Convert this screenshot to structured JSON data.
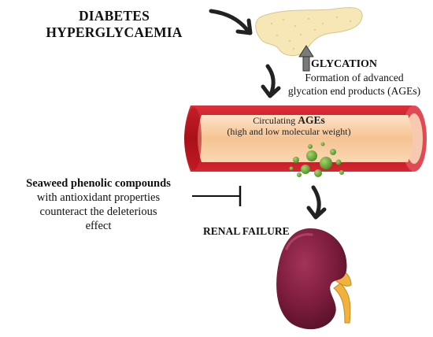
{
  "title": {
    "line1": "DIABETES",
    "line2": "HYPERGLYCAEMIA"
  },
  "glycation": {
    "title": "GLYCATION",
    "line1": "Formation of advanced",
    "line2": "glycation end products (AGEs)"
  },
  "circulating": {
    "prefix": "Circulating",
    "ages": "AGEs",
    "detail": "(high and low molecular weight)"
  },
  "seaweed": {
    "bold": "Seaweed phenolic compounds",
    "line2": "with antioxidant properties",
    "line3": "counteract the deleterious",
    "line4": "effect"
  },
  "renal": {
    "label": "RENAL FAILURE"
  },
  "colors": {
    "vessel_outer": "#b3121b",
    "vessel_inner": "#f7c9a0",
    "ages_particles": "#6aab3c",
    "pancreas": "#f7e7b6",
    "kidney": "#7a1b3a",
    "ureter": "#f1b13d"
  },
  "icons": [
    "pancreas-icon",
    "blood-vessel-icon",
    "kidney-icon",
    "curved-arrow-icon",
    "up-arrow-icon",
    "inhibition-bar-icon"
  ]
}
